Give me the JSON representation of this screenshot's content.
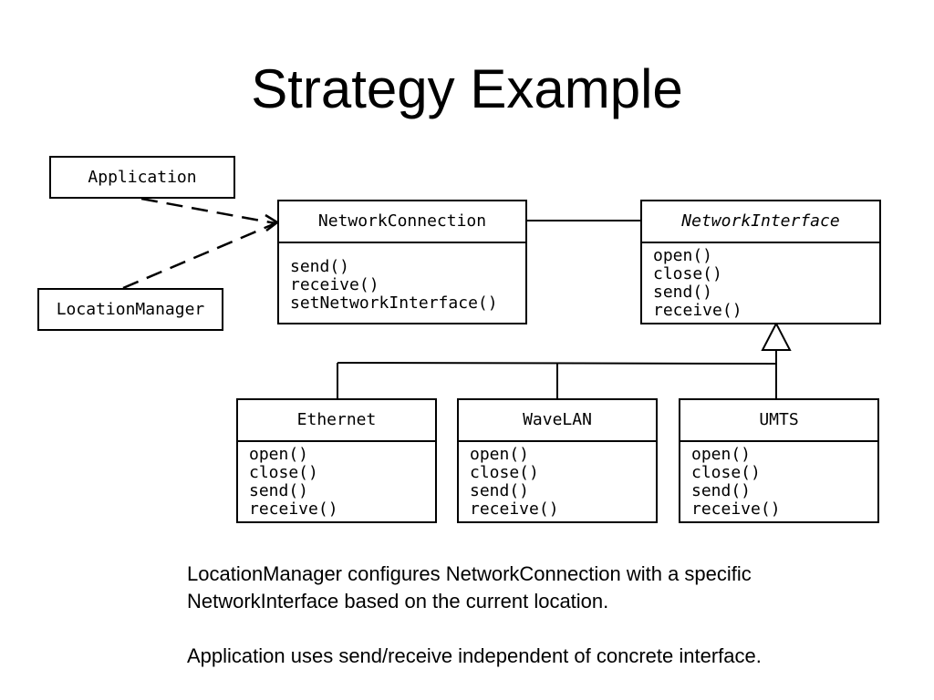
{
  "slide": {
    "title": "Strategy Example"
  },
  "diagram": {
    "classes": {
      "application": {
        "name": "Application"
      },
      "location_manager": {
        "name": "LocationManager"
      },
      "network_connection": {
        "name": "NetworkConnection",
        "operations": [
          "send()",
          "receive()",
          "setNetworkInterface()"
        ]
      },
      "network_interface": {
        "name": "NetworkInterface",
        "abstract": true,
        "operations": [
          "open()",
          "close()",
          "send()",
          "receive()"
        ]
      },
      "ethernet": {
        "name": "Ethernet",
        "operations": [
          "open()",
          "close()",
          "send()",
          "receive()"
        ]
      },
      "wavelan": {
        "name": "WaveLAN",
        "operations": [
          "open()",
          "close()",
          "send()",
          "receive()"
        ]
      },
      "umts": {
        "name": "UMTS",
        "operations": [
          "open()",
          "close()",
          "send()",
          "receive()"
        ]
      }
    }
  },
  "captions": {
    "line1": "LocationManager configures NetworkConnection with a specific",
    "line2": "NetworkInterface based on the current location.",
    "line3": "Application uses send/receive independent of concrete interface."
  }
}
